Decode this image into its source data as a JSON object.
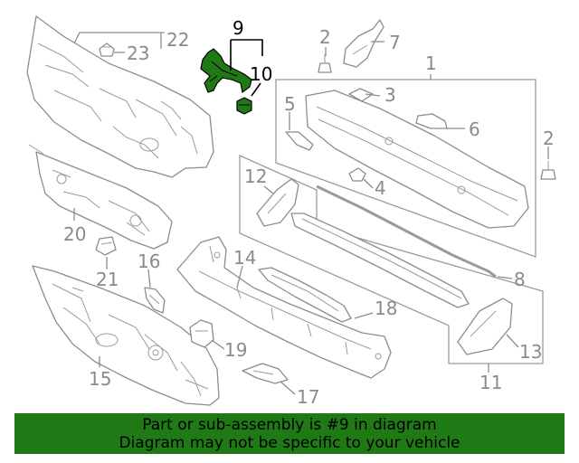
{
  "diagram": {
    "highlight_color": "#1f7a16",
    "callouts": {
      "c1": "1",
      "c2a": "2",
      "c2b": "2",
      "c3": "3",
      "c4": "4",
      "c5": "5",
      "c6": "6",
      "c7": "7",
      "c8": "8",
      "c9": "9",
      "c10": "10",
      "c11": "11",
      "c12": "12",
      "c13": "13",
      "c14": "14",
      "c15": "15",
      "c16": "16",
      "c17": "17",
      "c18": "18",
      "c19": "19",
      "c20": "20",
      "c21": "21",
      "c22": "22",
      "c23": "23"
    }
  },
  "banner": {
    "line1": "Part or sub-assembly is #9 in diagram",
    "line2": "Diagram may not be specific to your vehicle",
    "background": "#1f7a16"
  }
}
